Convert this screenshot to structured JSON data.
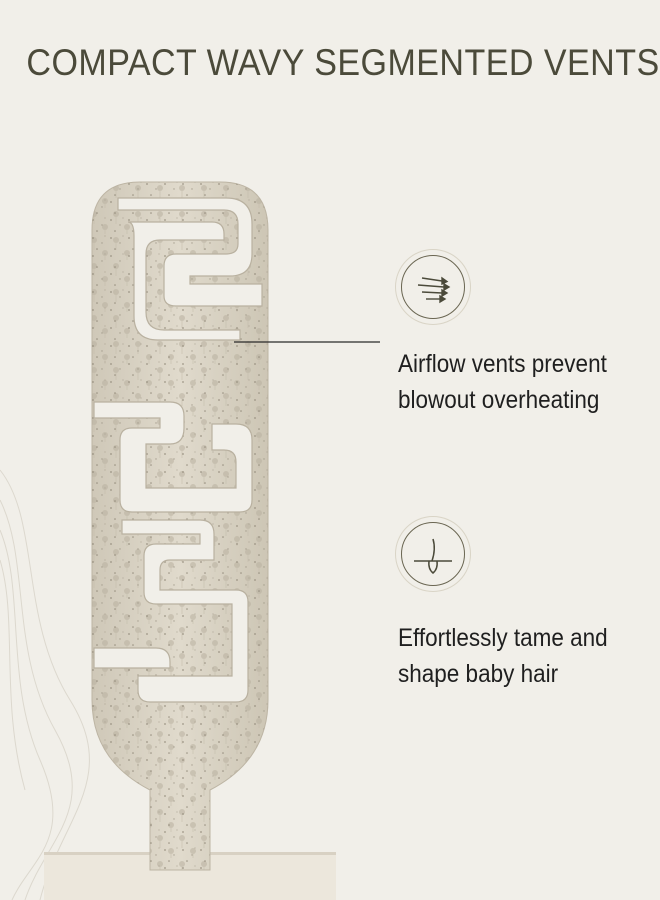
{
  "headline": "COMPACT WAVY SEGMENTED VENTS",
  "features": [
    {
      "icon": "airflow-arrows-icon",
      "lines": [
        "Airflow vents prevent",
        "blowout overheating"
      ]
    },
    {
      "icon": "hair-follicle-icon",
      "lines": [
        "Effortlessly tame and",
        "shape baby hair"
      ]
    }
  ],
  "colors": {
    "background": "#f1efe9",
    "brush": "#d9d2c3",
    "headline": "#4b4a3a",
    "text": "#1f1f1f"
  }
}
